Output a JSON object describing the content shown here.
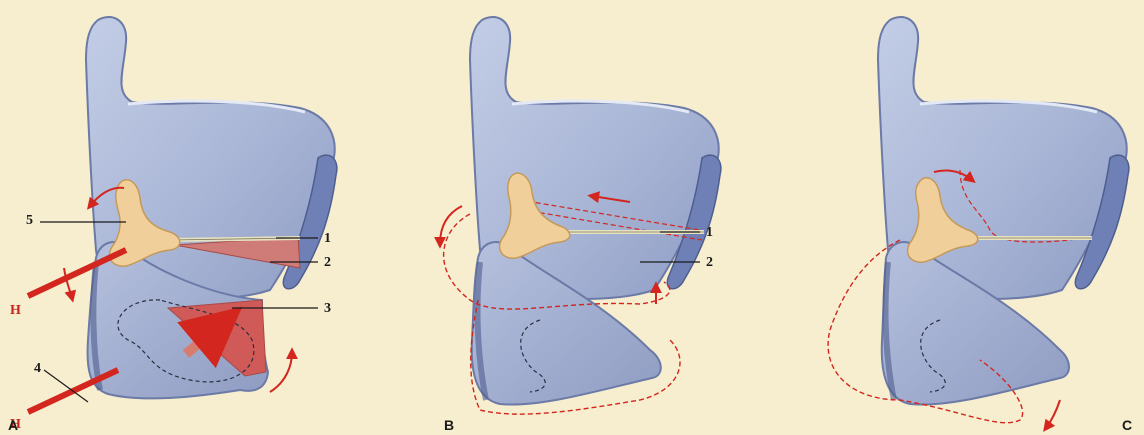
{
  "colors": {
    "background": "#f7edcf",
    "cartilage_fill": "#a9b6d6",
    "cartilage_light": "#c9d3ea",
    "cartilage_edge": "#5f6e9c",
    "arytenoid_fill": "#f1cf9a",
    "muscle_red": "#cf5a57",
    "arrow_red": "#d2261e",
    "label_dark": "#1a1a1a"
  },
  "panels": [
    {
      "label": "A",
      "numbers": {
        "n1": "1",
        "n2": "2",
        "n3": "3",
        "n4": "4",
        "n5": "5"
      },
      "force_labels": [
        "H",
        "H"
      ]
    },
    {
      "label": "B",
      "numbers": {
        "n1": "1",
        "n2": "2"
      }
    },
    {
      "label": "C"
    }
  ]
}
